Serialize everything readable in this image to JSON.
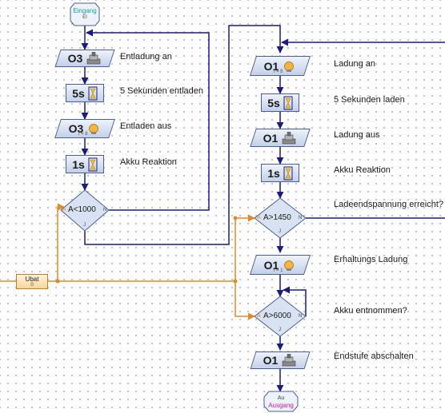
{
  "colors": {
    "wire": "#1c1c7a",
    "analog_wire": "#e08a2a",
    "block_border": "#4a5f96",
    "start": "#16a39a",
    "end": "#c91aa3"
  },
  "start": {
    "label": "Eingang",
    "sub": "EI"
  },
  "end": {
    "label": "Au",
    "sub": "Ausgang"
  },
  "ubat": {
    "label": "Ubat",
    "value": "0"
  },
  "left_column": [
    {
      "id": "o3-entladung-an",
      "type": "output",
      "code": "O3",
      "icon": "motor-icon",
      "text": "Entladung an"
    },
    {
      "id": "wait-5s-entladen",
      "type": "wait",
      "code": "5s",
      "icon": "hourglass-icon",
      "text": "5 Sekunden entladen"
    },
    {
      "id": "o3-entladen-aus",
      "type": "output",
      "code": "O3",
      "icon": "lamp-icon",
      "sub": "I = 8",
      "text": "Entladen aus"
    },
    {
      "id": "wait-1s-reaktion",
      "type": "wait",
      "code": "1s",
      "icon": "hourglass-icon",
      "text": "Akku Reaktion"
    }
  ],
  "left_branch": {
    "condition": "A<1000",
    "no": "N",
    "yes": "J",
    "a_tag": "A"
  },
  "right_column": [
    {
      "id": "o1-ladung-an",
      "type": "output",
      "code": "O1",
      "icon": "lamp-icon",
      "sub": "I = 8",
      "text": "Ladung an"
    },
    {
      "id": "wait-5s-laden",
      "type": "wait",
      "code": "5s",
      "icon": "hourglass-icon",
      "text": "5 Sekunden laden"
    },
    {
      "id": "o1-ladung-aus",
      "type": "output",
      "code": "O1",
      "icon": "motor-icon",
      "text": "Ladung aus"
    },
    {
      "id": "wait-1s-reaktion-2",
      "type": "wait",
      "code": "1s",
      "icon": "hourglass-icon",
      "text": "Akku Reaktion"
    }
  ],
  "branch_1450": {
    "condition": "A>1450",
    "no": "N",
    "yes": "J",
    "a_tag": "A",
    "text": "Ladeendspannung erreicht?"
  },
  "erhaltung": {
    "code": "O1",
    "icon": "lamp-icon",
    "sub": "I = 1",
    "text": "Erhaltungs Ladung"
  },
  "branch_6000": {
    "condition": "A>6000",
    "no": "N",
    "yes": "J",
    "a_tag": "A",
    "text": "Akku entnommen?"
  },
  "endstufe": {
    "code": "O1",
    "icon": "motor-icon",
    "text": "Endstufe abschalten"
  }
}
